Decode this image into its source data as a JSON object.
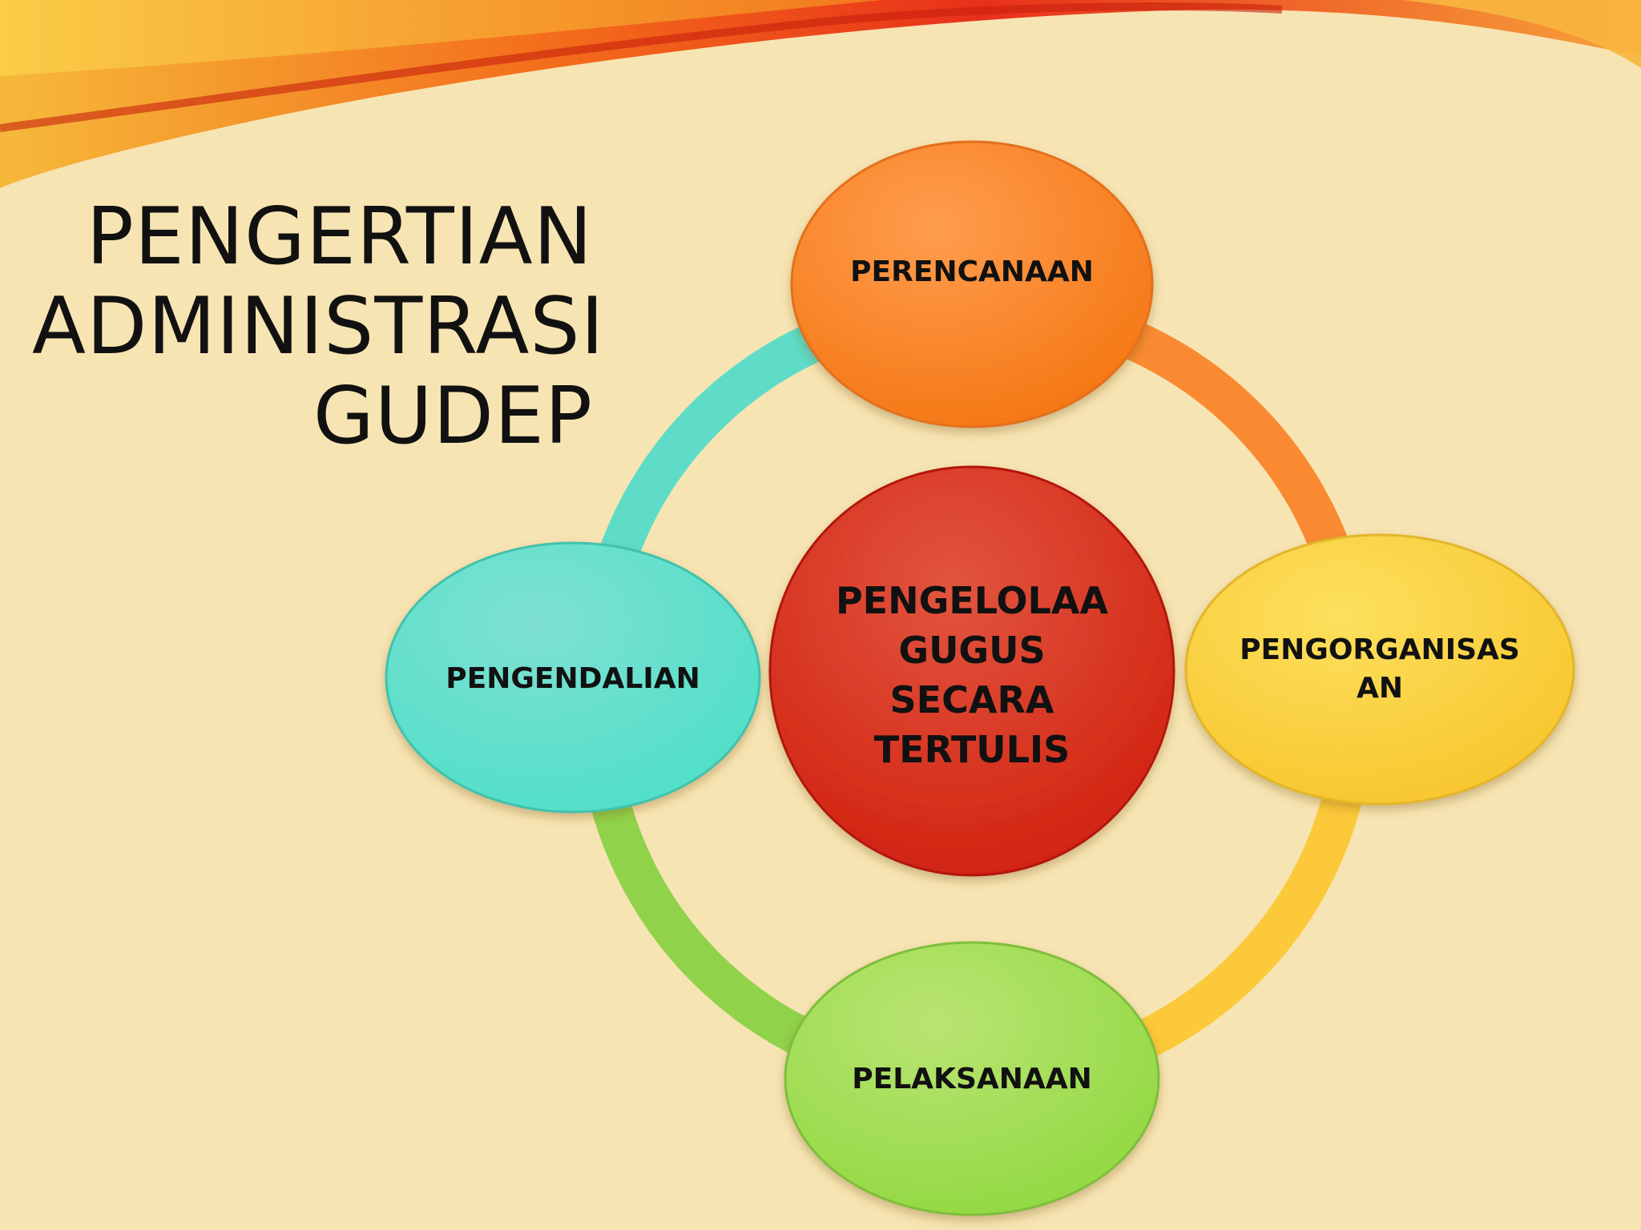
{
  "slide": {
    "title_lines": [
      "PENGERTIAN",
      "ADMINISTRASI",
      "GUDEP"
    ]
  },
  "diagram": {
    "center": {
      "lines": [
        "PENGELOLAA",
        "GUGUS",
        "SECARA",
        "TERTULIS"
      ],
      "color": "#d92b1c"
    },
    "nodes": [
      {
        "key": "top",
        "label": "PERENCANAAN",
        "color": "#f98226"
      },
      {
        "key": "right",
        "lines": [
          "PENGORGANISAS",
          "AN"
        ],
        "color": "#fccc38"
      },
      {
        "key": "bottom",
        "label": "PELAKSANAAN",
        "color": "#a1dc4e"
      },
      {
        "key": "left",
        "label": "PENGENDALIAN",
        "color": "#58dcc9"
      }
    ],
    "arc_colors": {
      "top_right": "#f98a32",
      "bottom_right": "#fcc93a",
      "bottom_left": "#90d24a",
      "top_left": "#5fdcc8"
    }
  },
  "colors": {
    "background": "#f7e4b3",
    "banner": "#f04a12"
  }
}
